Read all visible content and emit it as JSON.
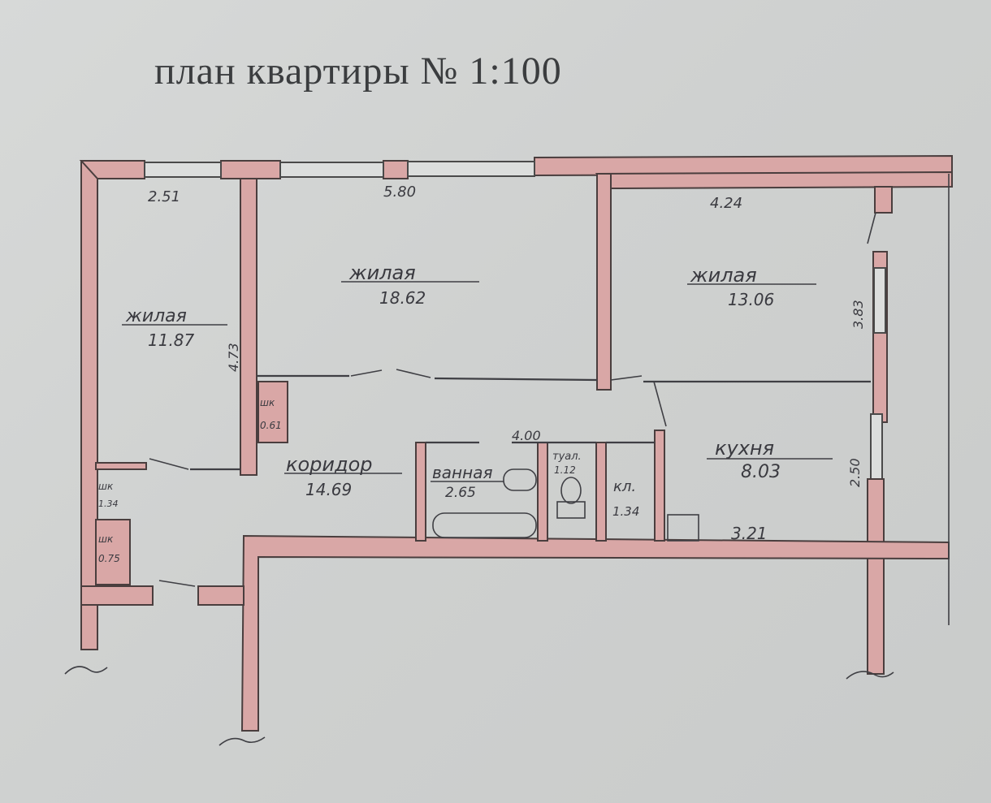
{
  "title": "план квартиры № 1:100",
  "rooms": [
    {
      "name": "жилая",
      "area": "11.87"
    },
    {
      "name": "жилая",
      "area": "18.62"
    },
    {
      "name": "жилая",
      "area": "13.06"
    },
    {
      "name": "коридор",
      "area": "14.69"
    },
    {
      "name": "ванная",
      "area": "2.65"
    },
    {
      "name": "туал.",
      "area": "1.12"
    },
    {
      "name": "кл.",
      "area": "1.34"
    },
    {
      "name": "кухня",
      "area": "8.03"
    }
  ],
  "closets": [
    {
      "name": "шк",
      "area": "0.61"
    },
    {
      "name": "шк",
      "area": "1.34"
    },
    {
      "name": "шк",
      "area": "0.75"
    }
  ],
  "dimensions": [
    "2.51",
    "5.80",
    "4.24",
    "4.73",
    "3.83",
    "4.00",
    "3.21",
    "2.50"
  ],
  "colors": {
    "wall_fill": "#d9a7a6",
    "paper": "#d2d4d3",
    "ink": "#3f3f44"
  }
}
